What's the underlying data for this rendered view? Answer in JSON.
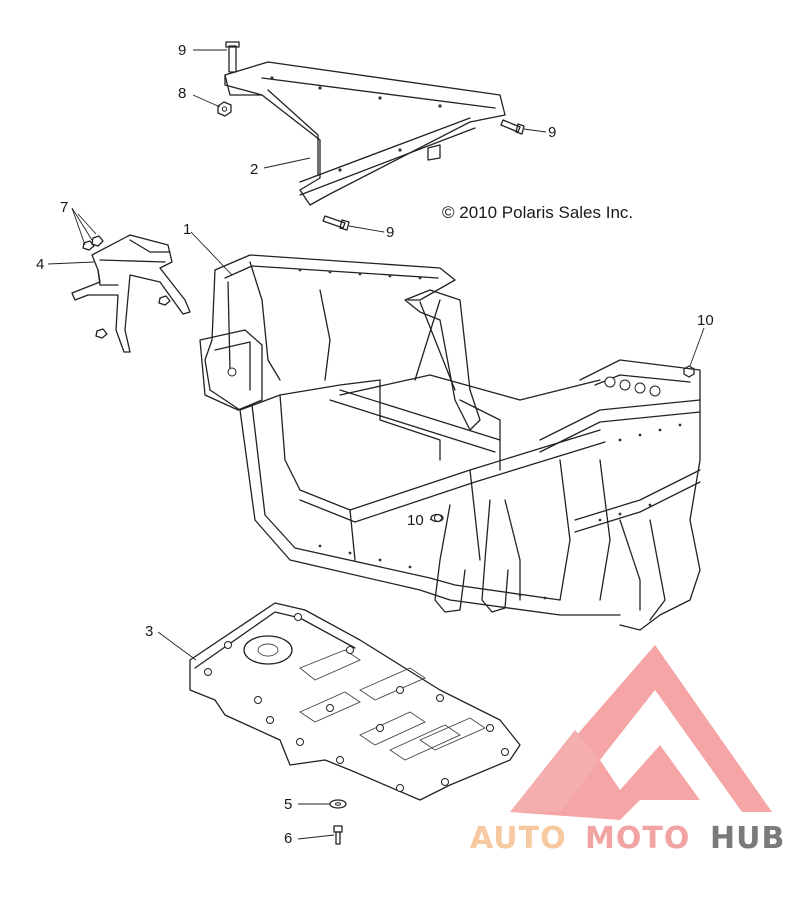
{
  "copyright": "© 2010 Polaris Sales Inc.",
  "callouts": {
    "c1": "1",
    "c2": "2",
    "c3": "3",
    "c4": "4",
    "c5": "5",
    "c6": "6",
    "c7": "7",
    "c8": "8",
    "c9a": "9",
    "c9b": "9",
    "c9c": "9",
    "c10a": "10",
    "c10b": "10"
  },
  "watermark": {
    "part1": "AUTO",
    "part2": "MOTO",
    "part3": "HUB",
    "colors": {
      "auto": "#f6c9a0",
      "moto": "#f2a3a3",
      "hub": "#7a7a7a",
      "logo": "#f07b7b"
    }
  }
}
